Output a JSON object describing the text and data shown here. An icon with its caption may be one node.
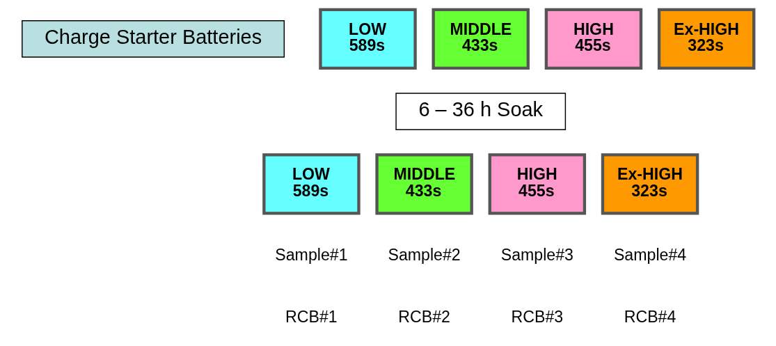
{
  "diagram": {
    "nodes": [
      {
        "text": [
          "Charge Starter Batteries"
        ]
      },
      {
        "text": [
          "LOW",
          "589s"
        ]
      },
      {
        "text": [
          "MIDDLE",
          "433s"
        ]
      },
      {
        "text": [
          "HIGH",
          "455s"
        ]
      },
      {
        "text": [
          "Ex-HIGH",
          "323s"
        ]
      },
      {
        "text": [
          "6 – 36 h Soak"
        ]
      },
      {
        "text": [
          "LOW",
          "589s"
        ]
      },
      {
        "text": [
          "MIDDLE",
          "433s"
        ]
      },
      {
        "text": [
          "HIGH",
          "455s"
        ]
      },
      {
        "text": [
          "Ex-HIGH",
          "323s"
        ]
      }
    ],
    "labels": [
      "Sample#1",
      "RCB#1",
      "Sample#2",
      "RCB#2",
      "Sample#3",
      "RCB#3",
      "Sample#4",
      "RCB#4"
    ]
  }
}
